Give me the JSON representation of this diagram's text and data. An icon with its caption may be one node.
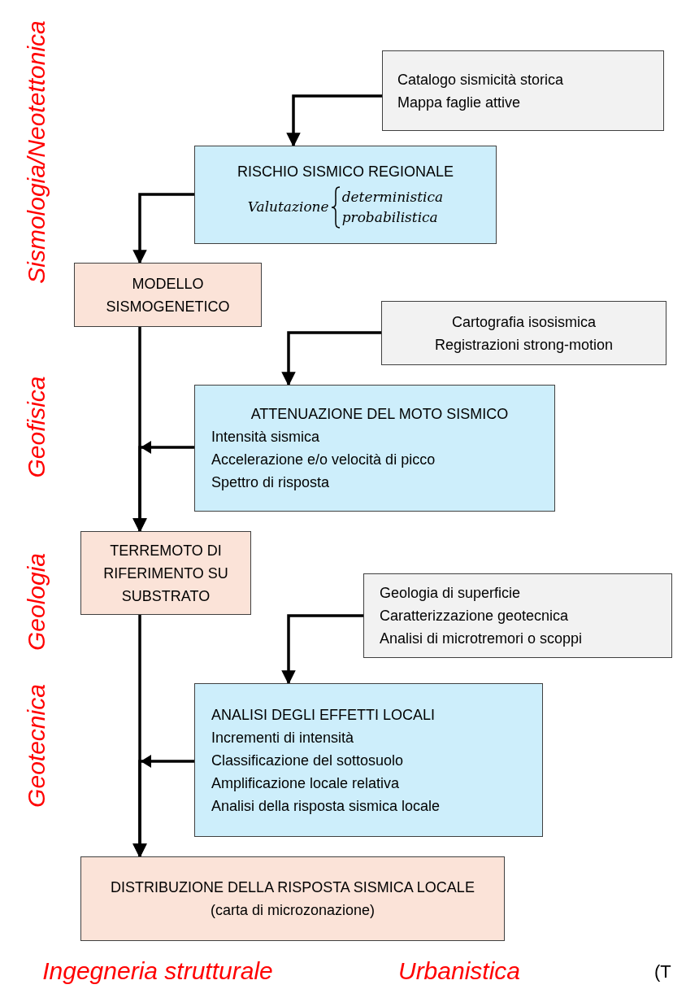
{
  "diagram": {
    "nodes": [
      {
        "text": [
          "Catalogo sismicità storica",
          "Mappa faglie attive"
        ]
      },
      {
        "text": [
          "RISCHIO SISMICO REGIONALE",
          "Valutazione",
          "deterministica",
          "probabilistica"
        ]
      },
      {
        "text": [
          "MODELLO SISMOGENETICO"
        ]
      },
      {
        "text": [
          "Cartografia isosismica",
          "Registrazioni strong-motion"
        ]
      },
      {
        "text": [
          "ATTENUAZIONE DEL MOTO SISMICO",
          "Intensità sismica",
          "Accelerazione e/o velocità di picco",
          "Spettro di risposta"
        ]
      },
      {
        "text": [
          "TERREMOTO DI RIFERIMENTO SU SUBSTRATO"
        ]
      },
      {
        "text": [
          "Geologia di superficie",
          "Caratterizzazione geotecnica",
          "Analisi di microtremori o scoppi"
        ]
      },
      {
        "text": [
          "ANALISI DEGLI EFFETTI LOCALI",
          "Incrementi di intensità",
          "Classificazione del sottosuolo",
          "Amplificazione locale relativa",
          "Analisi della risposta sismica locale"
        ]
      },
      {
        "text": [
          "DISTRIBUZIONE DELLA RISPOSTA SISMICA LOCALE",
          "(carta di microzonazione)"
        ]
      }
    ],
    "edges": [
      {
        "from": 0,
        "to": 1,
        "arrow": "to"
      },
      {
        "from": 1,
        "to": 2,
        "arrow": "to"
      },
      {
        "from": 2,
        "to": 5,
        "arrow": "to"
      },
      {
        "from": 3,
        "to": 4,
        "arrow": "to"
      },
      {
        "from": 4,
        "to": 5,
        "arrow": "to"
      },
      {
        "from": 6,
        "to": 7,
        "arrow": "to"
      },
      {
        "from": 5,
        "to": 8,
        "arrow": "to"
      },
      {
        "from": 7,
        "to": 8,
        "arrow": "to"
      }
    ],
    "labels": [
      "Sismologia/Neotettonica",
      "Geofisica",
      "Geologia",
      "Geotecnica",
      "Ingegneria strutturale",
      "Urbanistica",
      "(T"
    ]
  }
}
